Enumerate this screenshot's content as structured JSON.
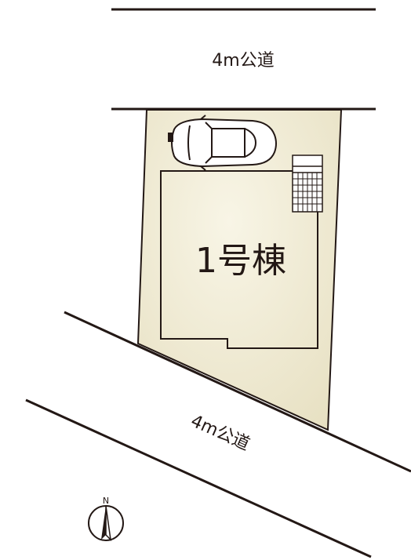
{
  "map": {
    "road_north_label": "4m公道",
    "road_south_label": "4m公道",
    "building_label": "1号棟",
    "compass_label": "N"
  },
  "colors": {
    "lot_fill": "#ece7cb",
    "lot_fill_light": "#f6f3e2",
    "line": "#231815",
    "background": "#ffffff"
  },
  "icons": {
    "car": "car-icon",
    "equipment": "outdoor-unit-icon",
    "compass": "north-arrow-icon"
  }
}
